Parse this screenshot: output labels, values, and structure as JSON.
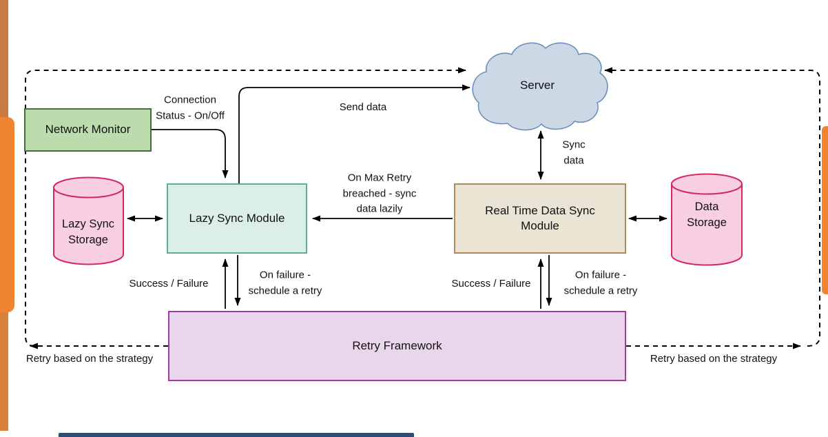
{
  "colors": {
    "accent_orange": "#ef8530",
    "orange_top_strip": "#c67c42",
    "orange_bottom_strip": "#d9823c",
    "bottom_bar_blue": "#2d4e72",
    "cloud_fill": "#ccd8e4",
    "cloud_stroke": "#6c8ebf",
    "network_fill": "#bcdcae",
    "network_stroke": "#3d7031",
    "lazy_fill": "#dcefe6",
    "lazy_stroke": "#5fae92",
    "realtime_fill": "#eae4d4",
    "realtime_stroke": "#ae8a58",
    "retry_fill": "#ead6ec",
    "retry_stroke": "#a13a9e",
    "storage_fill": "#f8cfe0",
    "storage_stroke": "#d4256b",
    "line_color": "#000000"
  },
  "nodes": {
    "network_monitor": "Network Monitor",
    "server": "Server",
    "lazy_sync_module": "Lazy Sync Module",
    "real_time_module": {
      "line1": "Real Time Data Sync",
      "line2": "Module"
    },
    "lazy_sync_storage": {
      "line1": "Lazy Sync",
      "line2": "Storage"
    },
    "data_storage": {
      "line1": "Data",
      "line2": "Storage"
    },
    "retry_framework": "Retry Framework"
  },
  "edges": {
    "connection_status": {
      "line1": "Connection",
      "line2": "Status - On/Off"
    },
    "send_data": "Send data",
    "sync_data": {
      "line1": "Sync",
      "line2": "data"
    },
    "on_max_retry": {
      "line1": "On Max Retry",
      "line2": "breached - sync",
      "line3": "data lazily"
    },
    "success_failure_left": "Success / Failure",
    "on_failure_left": {
      "line1": "On failure -",
      "line2": "schedule a retry"
    },
    "success_failure_right": "Success / Failure",
    "on_failure_right": {
      "line1": "On failure -",
      "line2": "schedule a retry"
    },
    "retry_strategy_left": "Retry based on the strategy",
    "retry_strategy_right": "Retry based on the strategy"
  }
}
